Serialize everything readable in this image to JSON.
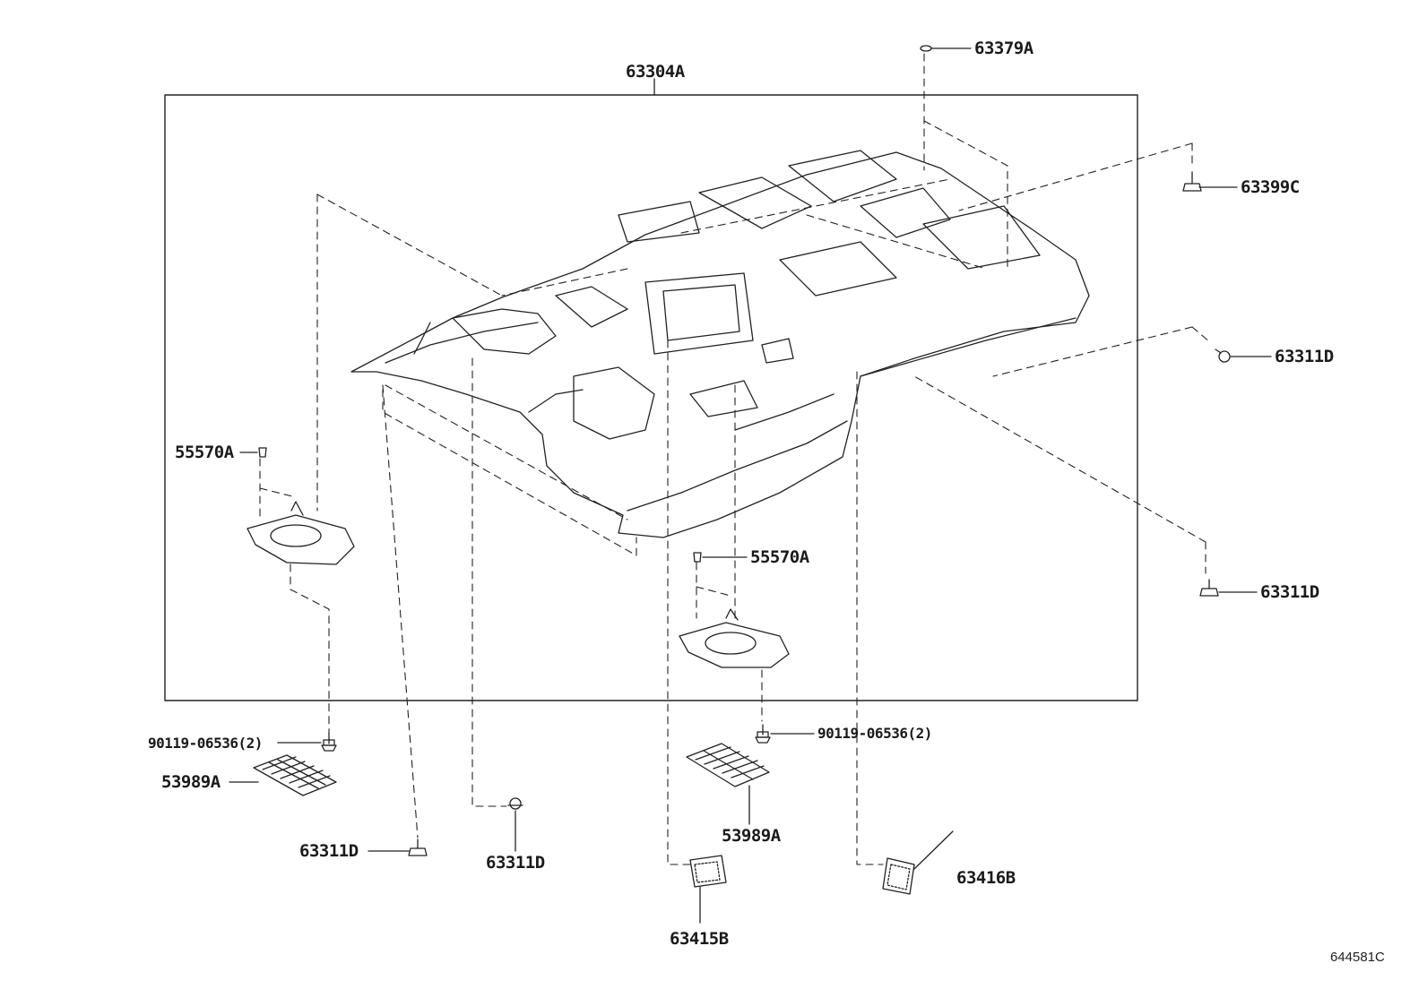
{
  "diagram": {
    "id": "644581C",
    "callouts": {
      "c63304A": "63304A",
      "c63379A": "63379A",
      "c63399C": "63399C",
      "c63311D_right_upper": "63311D",
      "c63311D_right_lower": "63311D",
      "c55570A_left": "55570A",
      "c55570A_mid": "55570A",
      "c90119_left": "90119-06536(2)",
      "c90119_right": "90119-06536(2)",
      "c53989A_left": "53989A",
      "c53989A_right": "53989A",
      "c63311D_bottom_left": "63311D",
      "c63311D_bottom_mid": "63311D",
      "c63415B": "63415B",
      "c63416B": "63416B"
    }
  }
}
